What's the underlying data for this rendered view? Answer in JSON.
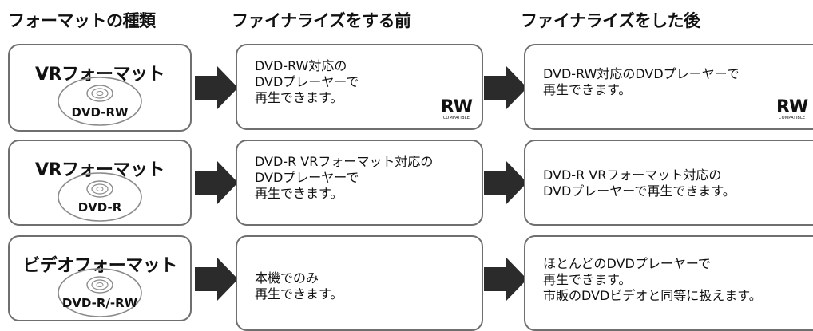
{
  "headers": {
    "format_type": "フォーマットの種類",
    "before_finalize": "ファイナライズをする前",
    "after_finalize": "ファイナライズをした後"
  },
  "rows": [
    {
      "format": "VRフォーマット",
      "media": "DVD-RW",
      "before": "DVD-RW対応の\nDVDプレーヤーで\n再生できます。",
      "after": "DVD-RW対応のDVDプレーヤーで\n再生できます。",
      "logo": {
        "text": "RW",
        "sub": "COMPATIBLE"
      }
    },
    {
      "format": "VRフォーマット",
      "media": "DVD-R",
      "before": "DVD-R VRフォーマット対応の\nDVDプレーヤーで\n再生できます。",
      "after": "DVD-R VRフォーマット対応の\nDVDプレーヤーで再生できます。"
    },
    {
      "format": "ビデオフォーマット",
      "media": "DVD-R/-RW",
      "before": "本機でのみ\n再生できます。",
      "after": "ほとんどのDVDプレーヤーで\n再生できます。\n市販のDVDビデオと同等に扱えます。"
    }
  ],
  "colors": {
    "border": "#6f6f6f",
    "arrow": "#2b2b2b",
    "disc": "#8a8a8a"
  }
}
